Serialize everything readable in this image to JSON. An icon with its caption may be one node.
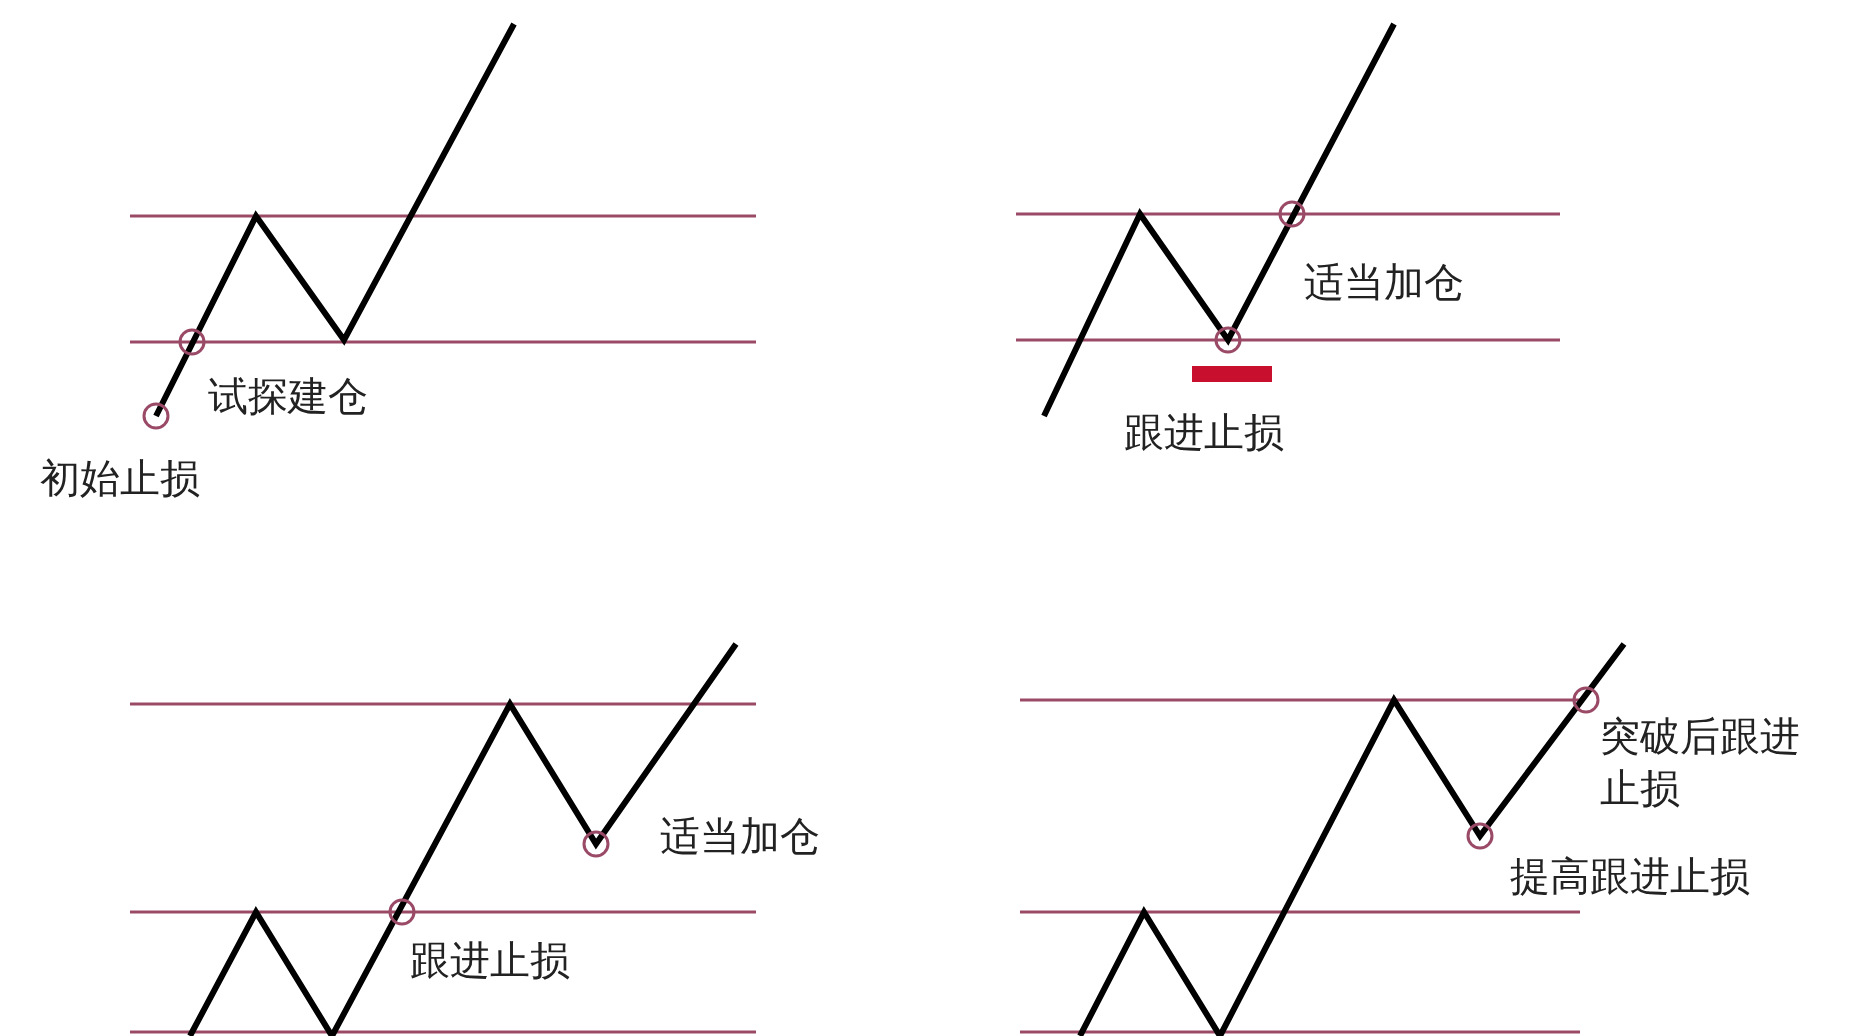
{
  "diagram": {
    "labels": [
      "试探建仓",
      "初始止损",
      "适当加仓",
      "跟进止损",
      "适当加仓",
      "跟进止损",
      "突破后跟进止损",
      "提高跟进止损"
    ]
  }
}
